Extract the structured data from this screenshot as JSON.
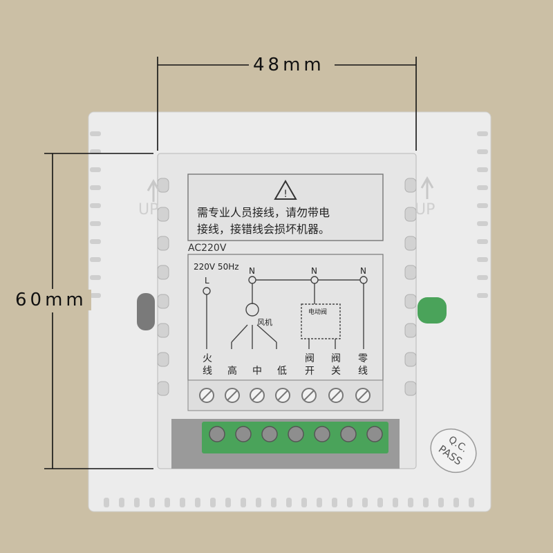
{
  "dimensions": {
    "width_label": "48mm",
    "height_label": "60mm"
  },
  "warning": {
    "line1": "需专业人员接线，请勿带电",
    "line2": "接线，接错线会损坏机器。"
  },
  "rating": "AC220V",
  "supply": "220V 50Hz",
  "diagram": {
    "top_labels": [
      "L",
      "N",
      "N",
      "N"
    ],
    "fan_label": "风机",
    "valve_label": "电动阀"
  },
  "terminals": [
    {
      "top": "火",
      "bottom": "线"
    },
    {
      "top": "",
      "bottom": "高"
    },
    {
      "top": "",
      "bottom": "中"
    },
    {
      "top": "",
      "bottom": "低"
    },
    {
      "top": "阀",
      "bottom": "开"
    },
    {
      "top": "阀",
      "bottom": "关"
    },
    {
      "top": "零",
      "bottom": "线"
    }
  ],
  "up_marks": [
    "UP",
    "UP"
  ],
  "qc_stamp": {
    "line1": "Q.C.",
    "line2": "PASS"
  },
  "colors": {
    "background": "#cbbfa5",
    "housing": "#eeeeee",
    "connector": "#4aa35a"
  }
}
